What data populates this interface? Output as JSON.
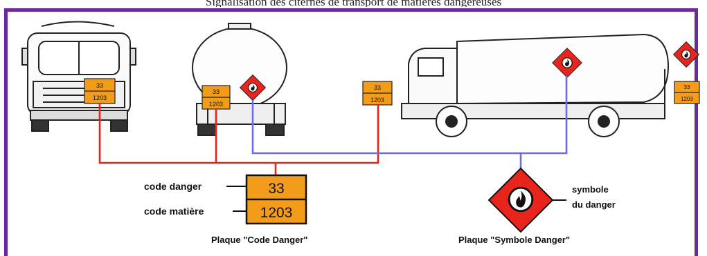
{
  "caption_top": "Signalisation des citernes de transport de matières dangereuses",
  "plate": {
    "top_code": "33",
    "bottom_code": "1203"
  },
  "labels": {
    "code_danger": "code danger",
    "code_matiere": "code matière",
    "symbole_line1": "symbole",
    "symbole_line2": "du danger",
    "plaque_code": "Plaque \"Code Danger\"",
    "plaque_symbole": "Plaque \"Symbole Danger\""
  },
  "colors": {
    "frame": "#6a2a9e",
    "plate": "#f39c1a",
    "diamond": "#e8241d",
    "red_line": "#e8241d",
    "blue_line": "#6b6bf0"
  },
  "icons": {
    "danger_symbol": "flame-icon"
  }
}
